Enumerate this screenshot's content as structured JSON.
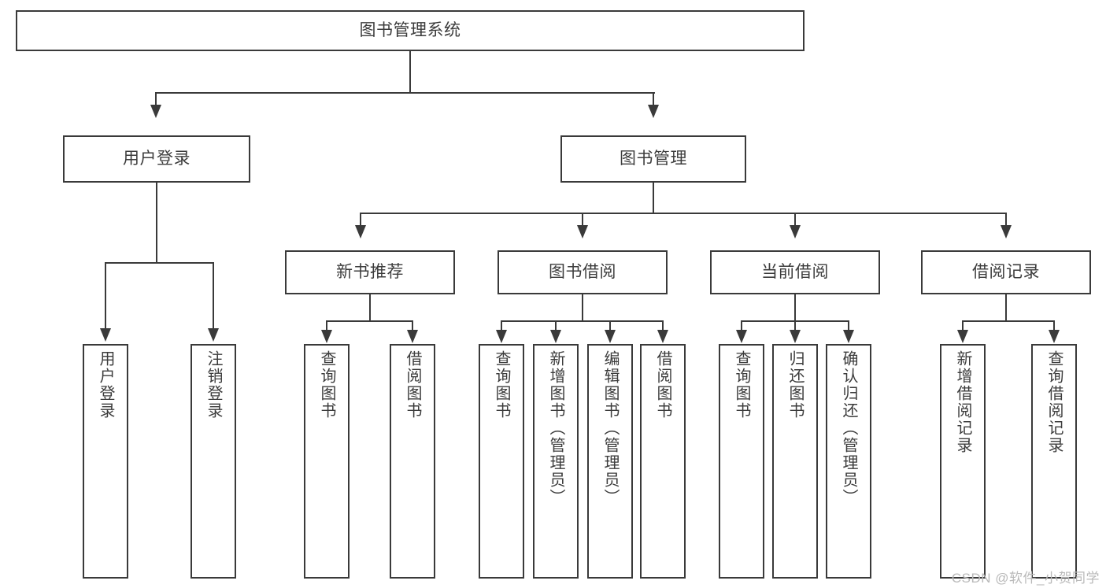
{
  "diagram": {
    "title": "图书管理系统",
    "watermark": "CSDN @软件_小贺同学",
    "colors": {
      "stroke": "#3a3a3a",
      "text": "#3c3c3c",
      "background": "#ffffff",
      "watermark": "#b9b9b9"
    },
    "root": {
      "label": "图书管理系统"
    },
    "level2": [
      {
        "label": "用户登录"
      },
      {
        "label": "图书管理"
      }
    ],
    "level3": [
      {
        "label": "新书推荐"
      },
      {
        "label": "图书借阅"
      },
      {
        "label": "当前借阅"
      },
      {
        "label": "借阅记录"
      }
    ],
    "leaves": {
      "user_login": [
        {
          "label": "用户登录"
        },
        {
          "label": "注销登录"
        }
      ],
      "new_book_recommend": [
        {
          "label": "查询图书"
        },
        {
          "label": "借阅图书"
        }
      ],
      "book_borrow": [
        {
          "label": "查询图书"
        },
        {
          "label": "新增图书（管理员）"
        },
        {
          "label": "编辑图书（管理员）"
        },
        {
          "label": "借阅图书"
        }
      ],
      "current_borrow": [
        {
          "label": "查询图书"
        },
        {
          "label": "归还图书"
        },
        {
          "label": "确认归还（管理员）"
        }
      ],
      "borrow_records": [
        {
          "label": "新增借阅记录"
        },
        {
          "label": "查询借阅记录"
        }
      ]
    }
  },
  "chart_data": {
    "type": "diagram",
    "subtype": "tree-hierarchy",
    "title": "图书管理系统",
    "orientation": "top-down",
    "nodes": [
      {
        "id": "root",
        "label": "图书管理系统",
        "level": 1,
        "parent": null
      },
      {
        "id": "n-user-login",
        "label": "用户登录",
        "level": 2,
        "parent": "root"
      },
      {
        "id": "n-book-mgmt",
        "label": "图书管理",
        "level": 2,
        "parent": "root"
      },
      {
        "id": "n-login",
        "label": "用户登录",
        "level": 3,
        "parent": "n-user-login"
      },
      {
        "id": "n-logout",
        "label": "注销登录",
        "level": 3,
        "parent": "n-user-login"
      },
      {
        "id": "n-new-rec",
        "label": "新书推荐",
        "level": 3,
        "parent": "n-book-mgmt"
      },
      {
        "id": "n-borrow",
        "label": "图书借阅",
        "level": 3,
        "parent": "n-book-mgmt"
      },
      {
        "id": "n-current",
        "label": "当前借阅",
        "level": 3,
        "parent": "n-book-mgmt"
      },
      {
        "id": "n-records",
        "label": "借阅记录",
        "level": 3,
        "parent": "n-book-mgmt"
      },
      {
        "id": "n-rec-query",
        "label": "查询图书",
        "level": 4,
        "parent": "n-new-rec"
      },
      {
        "id": "n-rec-borrow",
        "label": "借阅图书",
        "level": 4,
        "parent": "n-new-rec"
      },
      {
        "id": "n-bor-query",
        "label": "查询图书",
        "level": 4,
        "parent": "n-borrow"
      },
      {
        "id": "n-bor-add",
        "label": "新增图书（管理员）",
        "level": 4,
        "parent": "n-borrow"
      },
      {
        "id": "n-bor-edit",
        "label": "编辑图书（管理员）",
        "level": 4,
        "parent": "n-borrow"
      },
      {
        "id": "n-bor-lend",
        "label": "借阅图书",
        "level": 4,
        "parent": "n-borrow"
      },
      {
        "id": "n-cur-query",
        "label": "查询图书",
        "level": 4,
        "parent": "n-current"
      },
      {
        "id": "n-cur-return",
        "label": "归还图书",
        "level": 4,
        "parent": "n-current"
      },
      {
        "id": "n-cur-confirm",
        "label": "确认归还（管理员）",
        "level": 4,
        "parent": "n-current"
      },
      {
        "id": "n-log-add",
        "label": "新增借阅记录",
        "level": 4,
        "parent": "n-records"
      },
      {
        "id": "n-log-query",
        "label": "查询借阅记录",
        "level": 4,
        "parent": "n-records"
      }
    ],
    "edge_style": "orthogonal-arrow",
    "legend": []
  }
}
